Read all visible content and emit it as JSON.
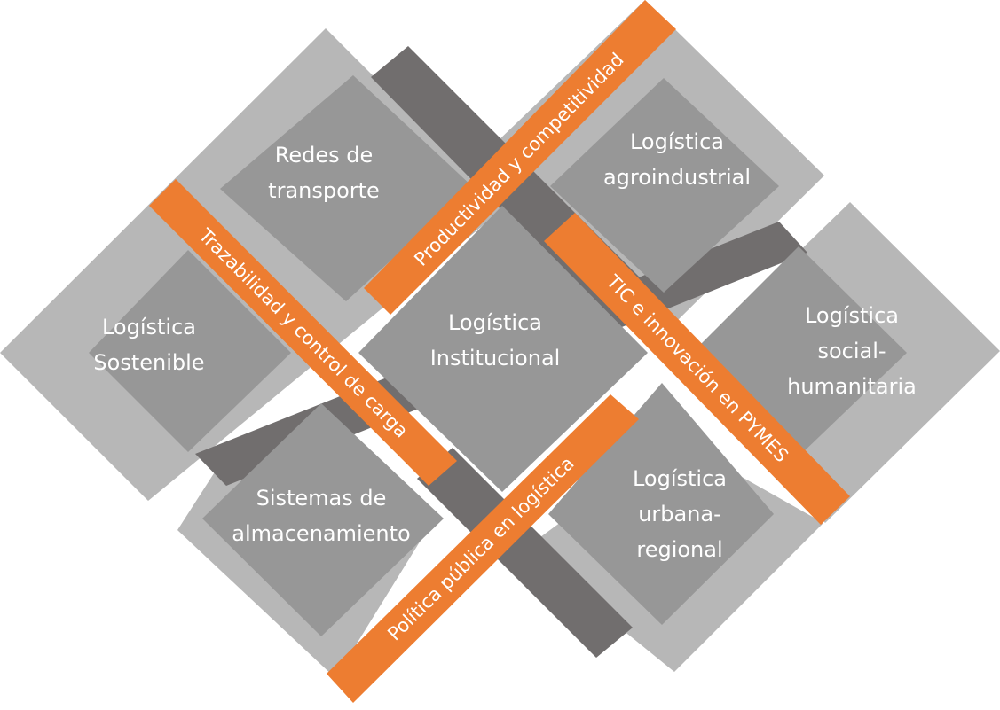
{
  "nodes": {
    "redes": "Redes de\ntransporte",
    "sostenible": "Logística\nSostenible",
    "institucional": "Logística\nInstitucional",
    "almacenamiento": "Sistemas de\nalmacenamiento",
    "agroindustrial": "Logística\nagroindustrial",
    "social": "Logística\nsocial-\nhumanitaria",
    "urbana": "Logística\nurbana-\nregional"
  },
  "bands": {
    "productividad": "Productividad y competitividad",
    "trazabilidad": "Trazabilidad y control de carga",
    "tic": "TIC e innovación en PYMES",
    "politica": "Política pública en logística"
  },
  "colors": {
    "light_gray": "#b7b7b7",
    "mid_gray": "#979797",
    "dark_gray": "#716e6e",
    "orange": "#ed7d31",
    "text": "#ffffff"
  }
}
